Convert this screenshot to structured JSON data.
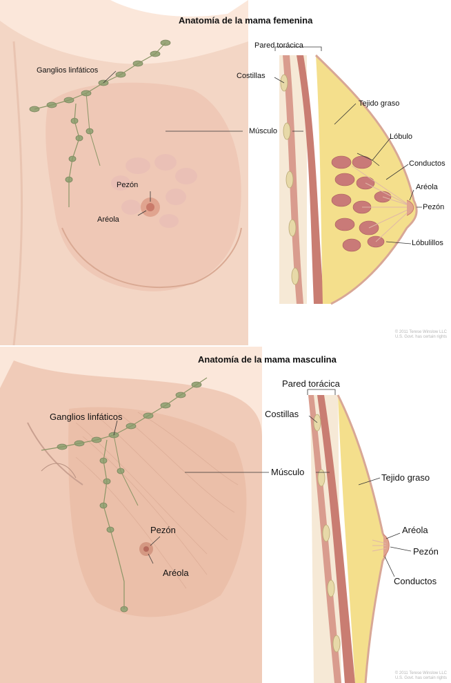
{
  "female": {
    "title": "Anatomía de la mama femenina",
    "labels": {
      "chest_wall": "Pared torácica",
      "ribs": "Costillas",
      "lymph_nodes": "Ganglios linfáticos",
      "fatty_tissue": "Tejido graso",
      "muscle": "Músculo",
      "lobe": "Lóbulo",
      "ducts": "Conductos",
      "areola_side": "Aréola",
      "nipple_side": "Pezón",
      "lobules": "Lóbulillos",
      "nipple_front": "Pezón",
      "areola_front": "Aréola"
    },
    "copyright_line1": "© 2011 Terese Winslow LLC",
    "copyright_line2": "U.S. Govt. has certain rights"
  },
  "male": {
    "title": "Anatomía de la mama masculina",
    "labels": {
      "chest_wall": "Pared torácica",
      "ribs": "Costillas",
      "lymph_nodes": "Ganglios linfáticos",
      "muscle": "Músculo",
      "fatty_tissue": "Tejido graso",
      "nipple_front": "Pezón",
      "areola_front": "Aréola",
      "areola_side": "Aréola",
      "nipple_side": "Pezón",
      "ducts": "Conductos"
    },
    "copyright_line1": "© 2011 Terese Winslow LLC",
    "copyright_line2": "U.S. Govt. has certain rights"
  },
  "colors": {
    "skin": "#f3d6c5",
    "skin_shadow": "#e2b7a3",
    "muscle": "#d99c8e",
    "fat": "#f4df8c",
    "lymph_node": "#9aa67a",
    "lobule": "#c97a78",
    "rib": "#e7d9a8",
    "vessel": "#8aa6c8"
  }
}
